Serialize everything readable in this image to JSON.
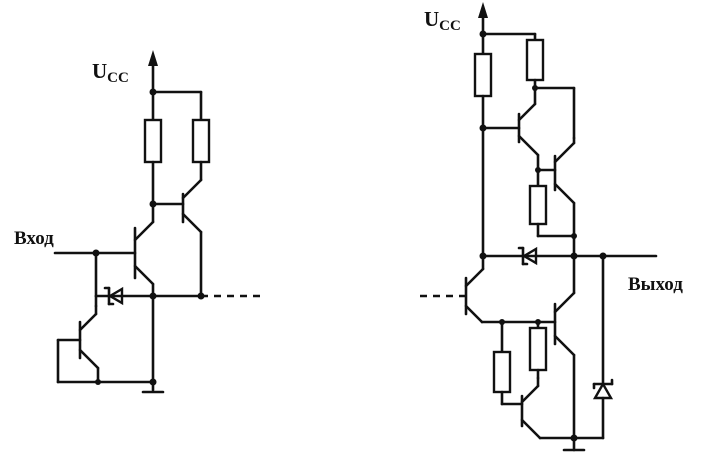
{
  "left_circuit": {
    "supply_label_main": "U",
    "supply_label_sub": "CC",
    "input_label": "Вход"
  },
  "right_circuit": {
    "supply_label_main": "U",
    "supply_label_sub": "CC",
    "output_label": "Выход"
  }
}
